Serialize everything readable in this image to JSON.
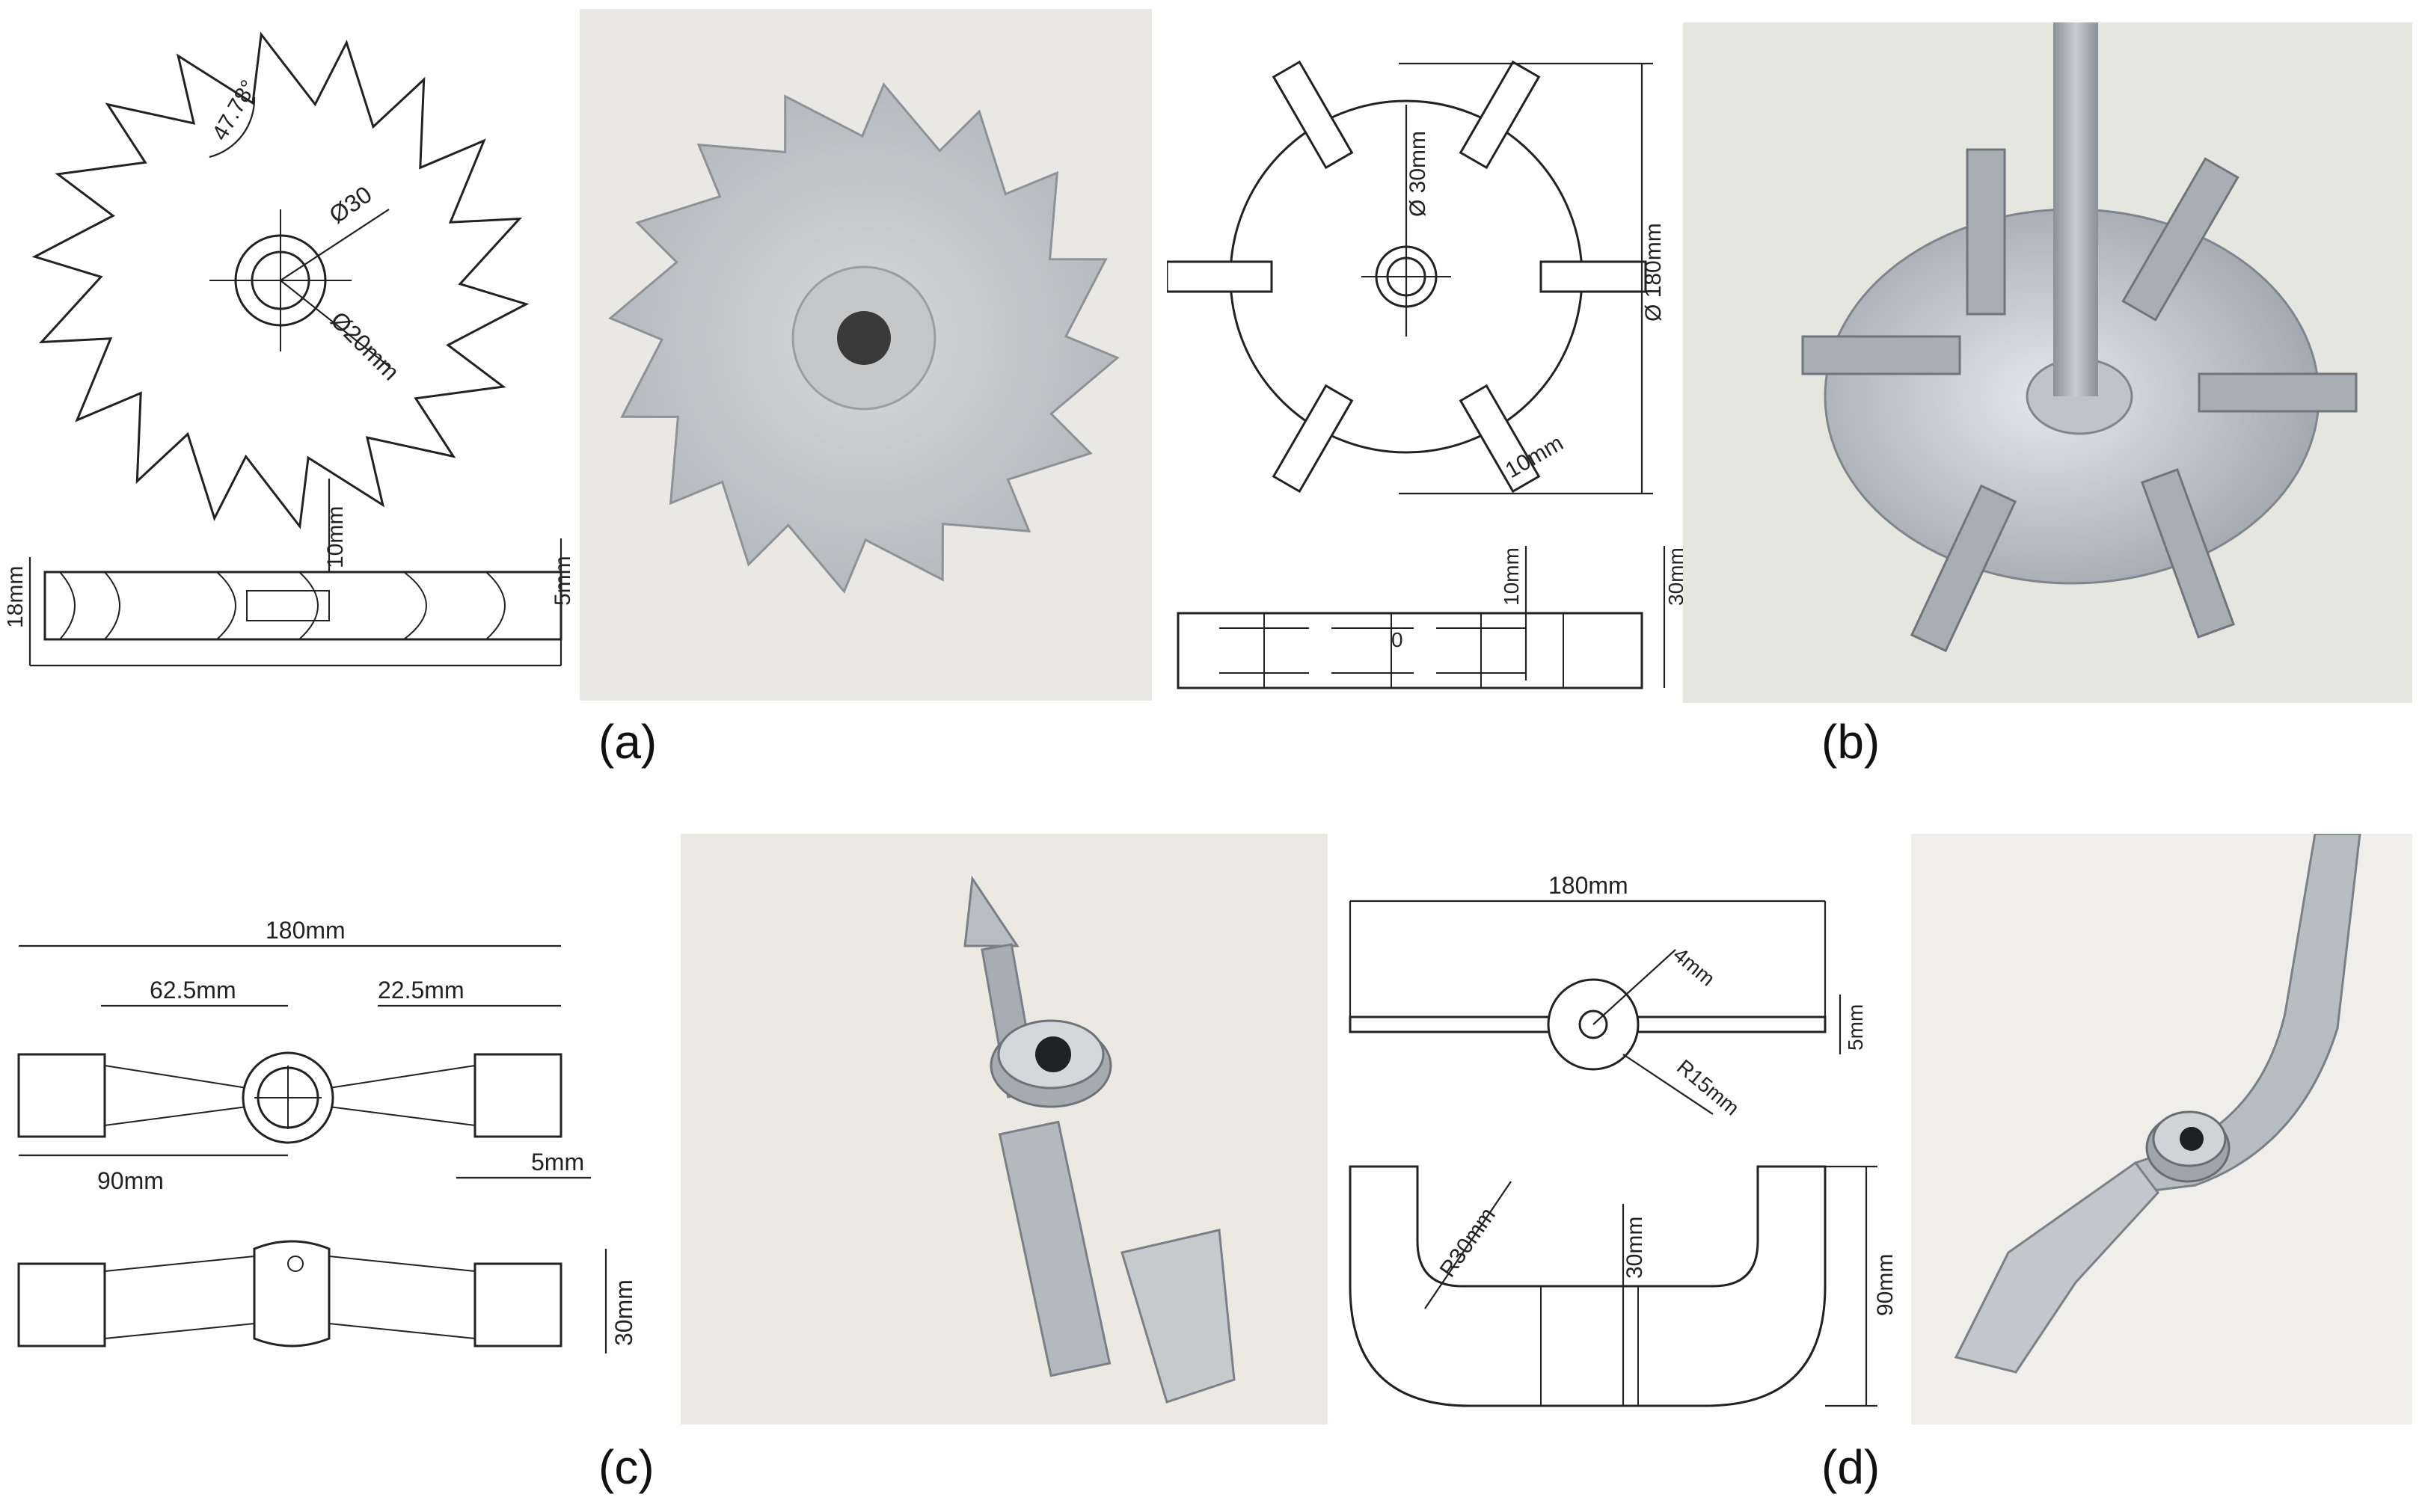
{
  "figure": {
    "subfigures": [
      {
        "label": "(a)",
        "drawing_dims": {
          "angle": "47.78°",
          "bore": "Ø30",
          "hub": "Ø20mm",
          "height": "18mm",
          "tooth": "10mm",
          "thickness": "5mm"
        },
        "photo": "sawtooth-disc-impeller-photo"
      },
      {
        "label": "(b)",
        "drawing_dims": {
          "diameter": "Ø 180mm",
          "bore": "Ø 30mm",
          "blade_width": "10mm",
          "blade_height": "10mm",
          "height": "30mm",
          "marker": "0"
        },
        "photo": "rushton-turbine-photo"
      },
      {
        "label": "(c)",
        "drawing_dims": {
          "span": "180mm",
          "inner": "62.5mm",
          "blade": "22.5mm",
          "half": "90mm",
          "thickness": "5mm",
          "height": "30mm"
        },
        "photo": "pitched-blade-impeller-photo"
      },
      {
        "label": "(d)",
        "drawing_dims": {
          "span": "180mm",
          "hole": "4mm",
          "thickness": "5mm",
          "hub_radius": "R15mm",
          "curve_radius": "R30mm",
          "center_height": "30mm",
          "height": "90mm"
        },
        "photo": "anchor-impeller-photo"
      }
    ]
  },
  "colors": {
    "photo_background": "#e6e6e3",
    "metal": "#b8bcc0",
    "line": "#222222"
  }
}
